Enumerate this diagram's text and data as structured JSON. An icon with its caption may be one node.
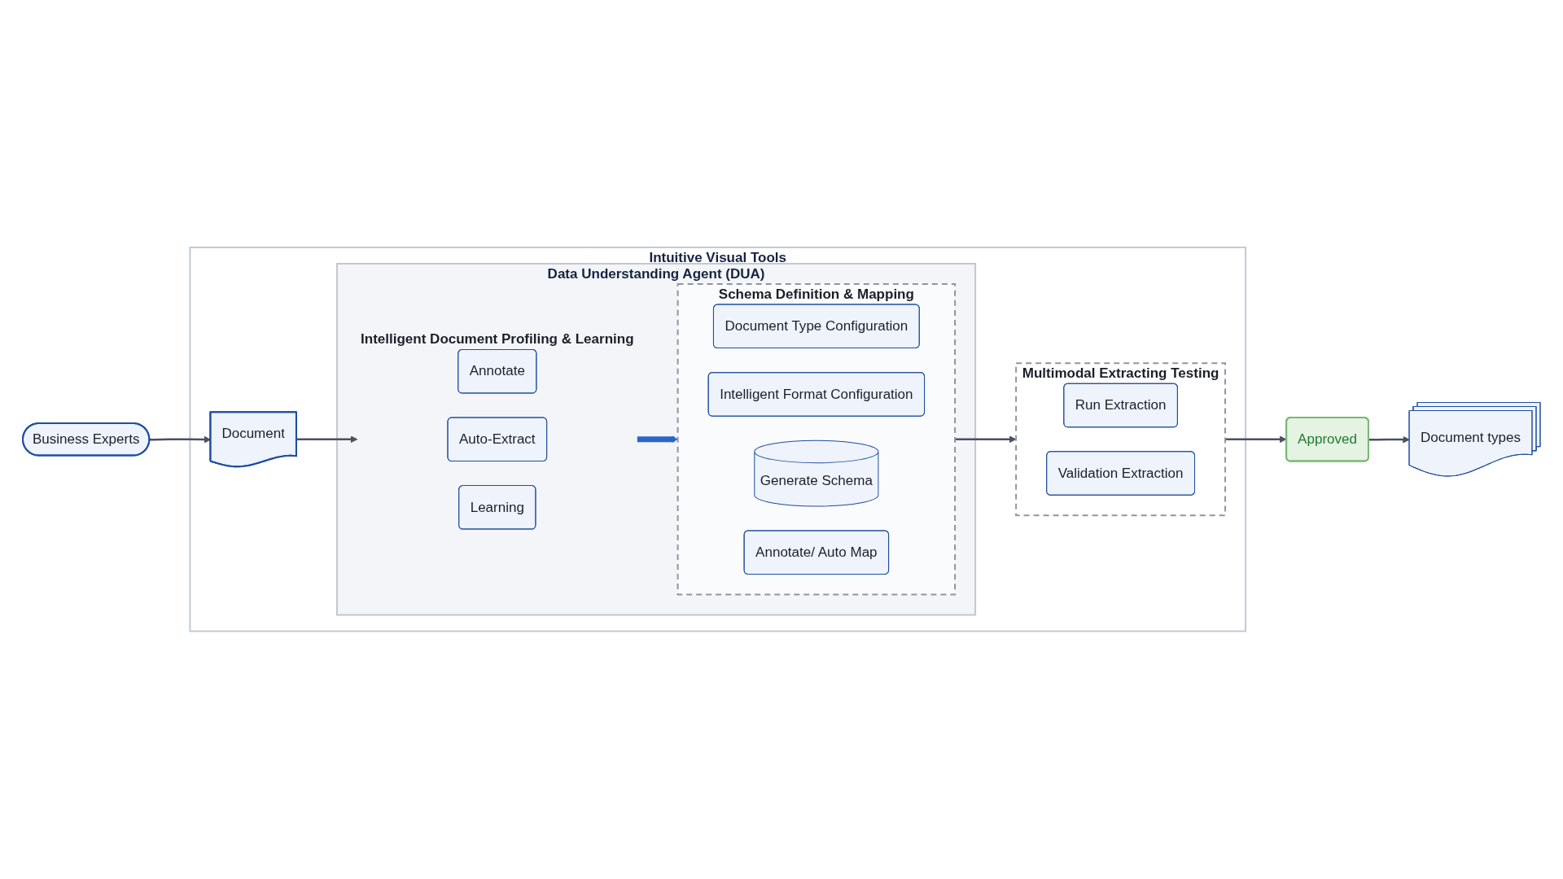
{
  "diagram": {
    "nodes": [
      {
        "text": [
          "Business Experts"
        ]
      },
      {
        "text": [
          "Intuitive Visual Tools"
        ]
      },
      {
        "text": [
          "Document"
        ],
        "in": 1
      },
      {
        "text": [
          "Data Understanding Agent (DUA)"
        ],
        "in": 1
      },
      {
        "text": [
          "Intelligent Document Profiling & Learning"
        ],
        "in": 3
      },
      {
        "text": [
          "Annotate"
        ],
        "in": 4
      },
      {
        "text": [
          "Auto-Extract"
        ],
        "in": 4
      },
      {
        "text": [
          "Learning"
        ],
        "in": 4
      },
      {
        "text": [
          "Schema Definition & Mapping"
        ],
        "in": 3
      },
      {
        "text": [
          "Document Type Configuration"
        ],
        "in": 8
      },
      {
        "text": [
          "Intelligent Format Configuration"
        ],
        "in": 8
      },
      {
        "text": [
          "Generate Schema"
        ],
        "in": 8
      },
      {
        "text": [
          "Annotate/ Auto Map"
        ],
        "in": 8
      },
      {
        "text": [
          "Multimodal Extracting Testing"
        ],
        "in": 1
      },
      {
        "text": [
          "Run Extraction"
        ],
        "in": 13
      },
      {
        "text": [
          "Validation Extraction"
        ],
        "in": 13
      },
      {
        "text": [
          "Approved"
        ]
      },
      {
        "text": [
          "Document types"
        ]
      }
    ],
    "edges": [
      {
        "from": 0,
        "to": 2,
        "arrow": "to"
      },
      {
        "from": 2,
        "to": 4,
        "arrow": "to"
      },
      {
        "from": 4,
        "to": 8,
        "arrow": "to",
        "style": "thick",
        "color": "#2a66c9"
      },
      {
        "from": 8,
        "to": 13,
        "arrow": "to"
      },
      {
        "from": 13,
        "to": 16,
        "arrow": "to"
      },
      {
        "from": 16,
        "to": 17,
        "arrow": "to"
      }
    ]
  }
}
